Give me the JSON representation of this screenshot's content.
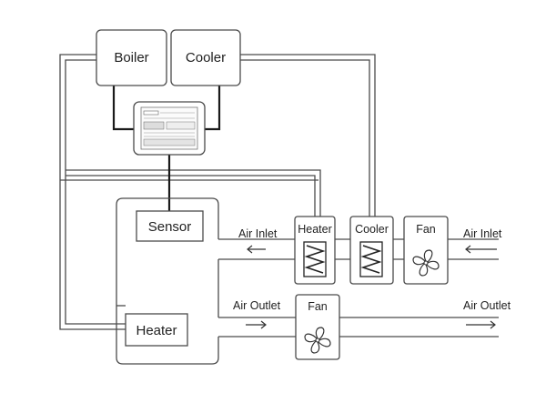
{
  "plant": {
    "boiler": "Boiler",
    "cooler": "Cooler"
  },
  "room": {
    "sensor": "Sensor",
    "heater": "Heater"
  },
  "ahu": {
    "heater": "Heater",
    "cooler": "Cooler",
    "supply_fan": "Fan",
    "air_inlet_right": "Air Inlet",
    "air_inlet_left": "Air Inlet"
  },
  "exhaust": {
    "air_outlet_left": "Air Outlet",
    "fan": "Fan",
    "air_outlet_right": "Air Outlet"
  },
  "icons": {
    "controller": "controller-panel-icon",
    "heating_coil": "heating-coil-icon",
    "cooling_coil": "cooling-coil-icon",
    "fan": "fan-icon"
  }
}
